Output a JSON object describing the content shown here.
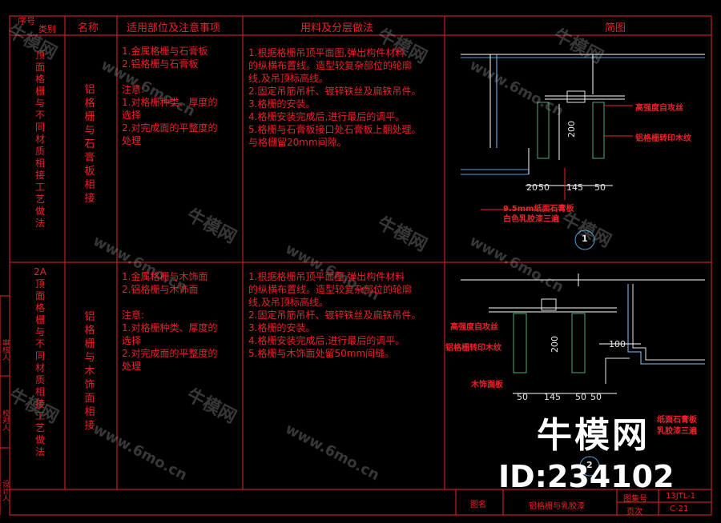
{
  "header": {
    "col_sn": "序号",
    "col_type": "类别",
    "col_name": "名称",
    "col_scope": "适用部位及注意事项",
    "col_method": "用料及分层做法",
    "col_diagram": "简图"
  },
  "row1": {
    "category": "顶面格栅与不同材质相接工艺做法",
    "name": "铝格栅与石膏板相接",
    "scope": "1.金属格栅与石膏板\n2.铝格栅与石膏板\n\n注意:\n1.对格栅种类、厚度的\n选择\n2.对完成面的平整度的\n处理",
    "method": "1.根据格栅吊顶平面图,弹出构件材料\n的纵横布置线。造型较复杂部位的轮廓\n线,及吊顶标高线。\n2.固定吊筋吊杆、镀锌铁丝及扁铁吊件。\n3.格栅的安装。\n4.格栅安装完成后,进行最后的调平。\n5.格栅与石膏板接口处石膏板上翻处理。\n与格栅留20mm间隙。",
    "diagram": {
      "label_screw": "高强度自攻丝",
      "label_grille": "铝格栅转印木纹",
      "label_board_1": "9.5mm纸面石膏板",
      "label_board_2": "白色乳胶漆三遍",
      "dim_height": "200",
      "dim_a": "20",
      "dim_b": "50",
      "dim_c": "145",
      "dim_d": "50",
      "number": "1"
    }
  },
  "row2": {
    "category_num": "2A",
    "category": "顶面格栅与不同材质相接工艺做法",
    "name": "铝格栅与木饰面相接",
    "scope": "1.金属格栅与木饰面\n2.铝格栅与木饰面\n\n注意:\n1.对格栅种类、厚度的\n选择\n2.对完成面的平整度的\n处理",
    "method": "1.根据格栅吊顶平面图,弹出构件材料\n的纵横布置线。造型较复杂部位的轮廓\n线,及吊顶标高线。\n2.固定吊筋吊杆、镀锌铁丝及扁铁吊件。\n3.格栅的安装。\n4.格栅安装完成后,进行最后的调平。\n5.格栅与木饰面处留50mm间缝。",
    "diagram": {
      "label_screw": "高强度自攻丝",
      "label_grille": "铝格栅转印木纹",
      "label_wood": "木饰面板",
      "label_board_1": "纸面石膏板",
      "label_board_2": "乳胶漆三遍",
      "dim_height": "200",
      "dim_side": "100",
      "dim_a": "50",
      "dim_b": "145",
      "dim_c": "50",
      "dim_d": "50",
      "number": "2"
    }
  },
  "side_labels": {
    "a": "审核人",
    "b": "校对人",
    "c": "设计人"
  },
  "title_block": {
    "drawing_name_label": "图名",
    "drawing_name": "铝格栅与乳胶漆",
    "atlas_label": "图集号",
    "atlas_no": "13JTL-1",
    "page_label": "页次",
    "page_no": "C-21"
  },
  "watermark": {
    "text_1": "牛模网",
    "text_2": "www.6mo.cn"
  },
  "brand": {
    "name": "牛模网",
    "id": "ID:234102"
  }
}
